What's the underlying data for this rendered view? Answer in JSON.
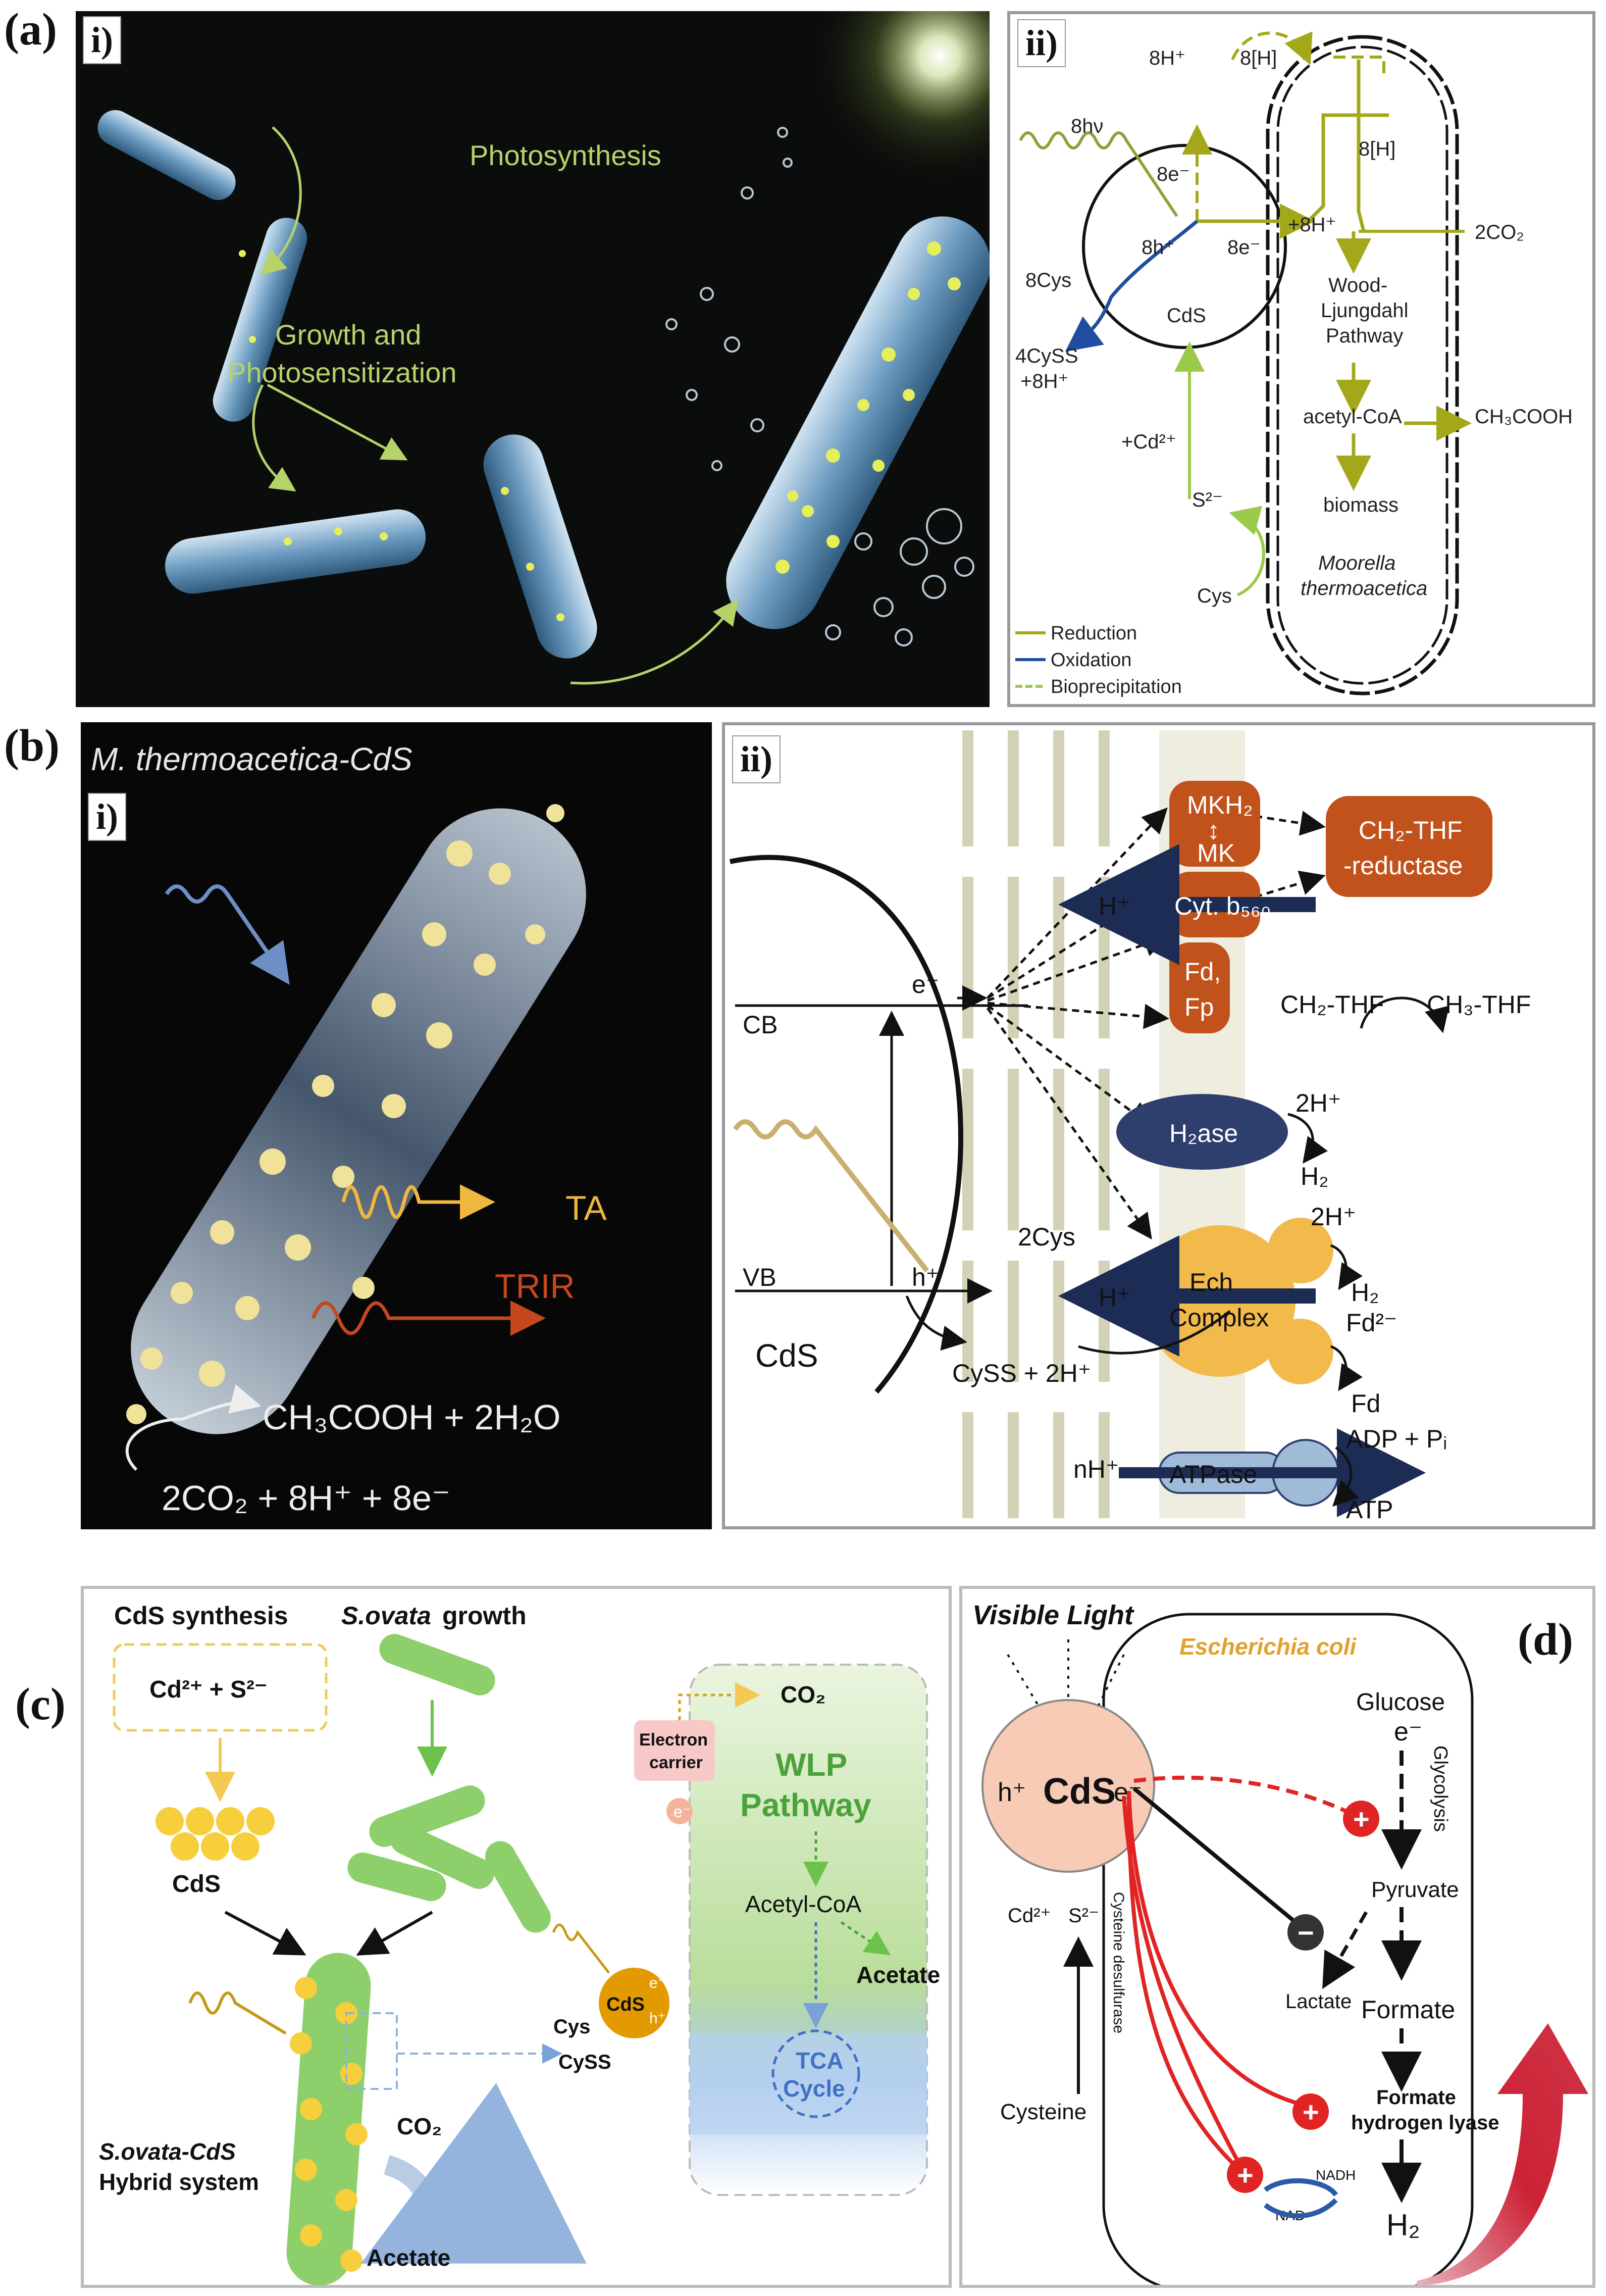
{
  "panel_labels": {
    "a": "(a)",
    "b": "(b)",
    "c": "(c)",
    "d": "(d)",
    "i": "i)",
    "ii": "ii)"
  },
  "a_i": {
    "photosynthesis": "Photosynthesis",
    "growth_line1": "Growth and",
    "growth_line2": "Photosensitization"
  },
  "a_ii": {
    "h_plus_8": "8H⁺",
    "h_8_top": "8[H]",
    "h_8_mid": "8[H]",
    "hv": "8hν",
    "e8_top": "8e⁻",
    "e8_bottom": "8e⁻",
    "h8": "8h⁺",
    "plus_8h": "+8H⁺",
    "co2": "2CO₂",
    "cys8": "8Cys",
    "cyss_line1": "4CySS",
    "cyss_line2": "+8H⁺",
    "cds": "CdS",
    "wood1": "Wood-",
    "wood2": "Ljungdahl",
    "wood3": "Pathway",
    "acetyl": "acetyl-CoA",
    "acetic": "CH₃COOH",
    "cd": "+Cd²⁺",
    "s2": "S²⁻",
    "biomass": "biomass",
    "cys": "Cys",
    "moorella1": "Moorella",
    "moorella2": "thermoacetica",
    "legend": [
      "Reduction",
      "Oxidation",
      "Bioprecipitation"
    ],
    "colors": {
      "reduction": "#a3a81b",
      "oxidation": "#1f4ea0",
      "bioprecipitation": "#9bc94a"
    }
  },
  "b_i": {
    "title": "M. thermoacetica-CdS",
    "ta": "TA",
    "trir": "TRIR",
    "product": "CH₃COOH + 2H₂O",
    "reactant": "2CO₂ + 8H⁺ + 8e⁻"
  },
  "b_ii": {
    "mkh2": "MKH₂",
    "arrow_ud": "↕",
    "mk": "MK",
    "cyt": "Cyt. b₅₆₀",
    "fd1": "Fd,",
    "fp": "Fp",
    "thf1": "CH₂-THF",
    "thf2": "-reductase",
    "ch2thf": "CH₂-THF",
    "ch3thf": "CH₃-THF",
    "h2ase": "H₂ase",
    "two_h_1": "2H⁺",
    "h2_1": "H₂",
    "e": "e⁻",
    "cb": "CB",
    "vb": "VB",
    "h": "h⁺",
    "cds": "CdS",
    "two_cys": "2Cys",
    "cyss": "CySS + 2H⁺",
    "hplus_1": "H⁺",
    "hplus_2": "H⁺",
    "ech1": "Ech",
    "ech2": "Complex",
    "two_h_2": "2H⁺",
    "h2_2": "H₂",
    "fd2": "Fd²⁻",
    "fd": "Fd",
    "nh": "nH⁺",
    "atpase": "ATPase",
    "adp": "ADP + Pᵢ",
    "atp": "ATP"
  },
  "c": {
    "cds_synthesis": "CdS synthesis",
    "growth_species": "S.ovata",
    "growth_word": "growth",
    "ions": "Cd²⁺ + S²⁻",
    "cds": "CdS",
    "hybrid1": "S.ovata-CdS",
    "hybrid2": "Hybrid system",
    "co2": "CO₂",
    "acetate": "Acetate",
    "electron1": "Electron",
    "electron2": "carrier",
    "co2_2": "CO₂",
    "wlp1": "WLP",
    "wlp2": "Pathway",
    "acetyl": "Acetyl-CoA",
    "acetate2": "Acetate",
    "tca1": "TCA",
    "tca2": "Cycle",
    "cys": "Cys",
    "cyss": "CySS",
    "cds_small": "CdS",
    "e": "e⁻",
    "h": "h⁺"
  },
  "d": {
    "visible": "Visible Light",
    "ecoli": "Escherichia coli",
    "h": "h⁺",
    "cds": "CdS",
    "e": "e⁻",
    "glucose": "Glucose",
    "e2": "e⁻",
    "glycolysis": "Glycolysis",
    "pyruvate": "Pyruvate",
    "lactate": "Lactate",
    "formate": "Formate",
    "fhl1": "Formate",
    "fhl2": "hydrogen lyase",
    "nadh": "NADH",
    "nad": "NAD",
    "h2": "H₂",
    "cd": "Cd²⁺",
    "s2": "S²⁻",
    "desulf": "Cysteine desulfurase",
    "cysteine": "Cysteine",
    "plus": "+",
    "minus": "−"
  }
}
